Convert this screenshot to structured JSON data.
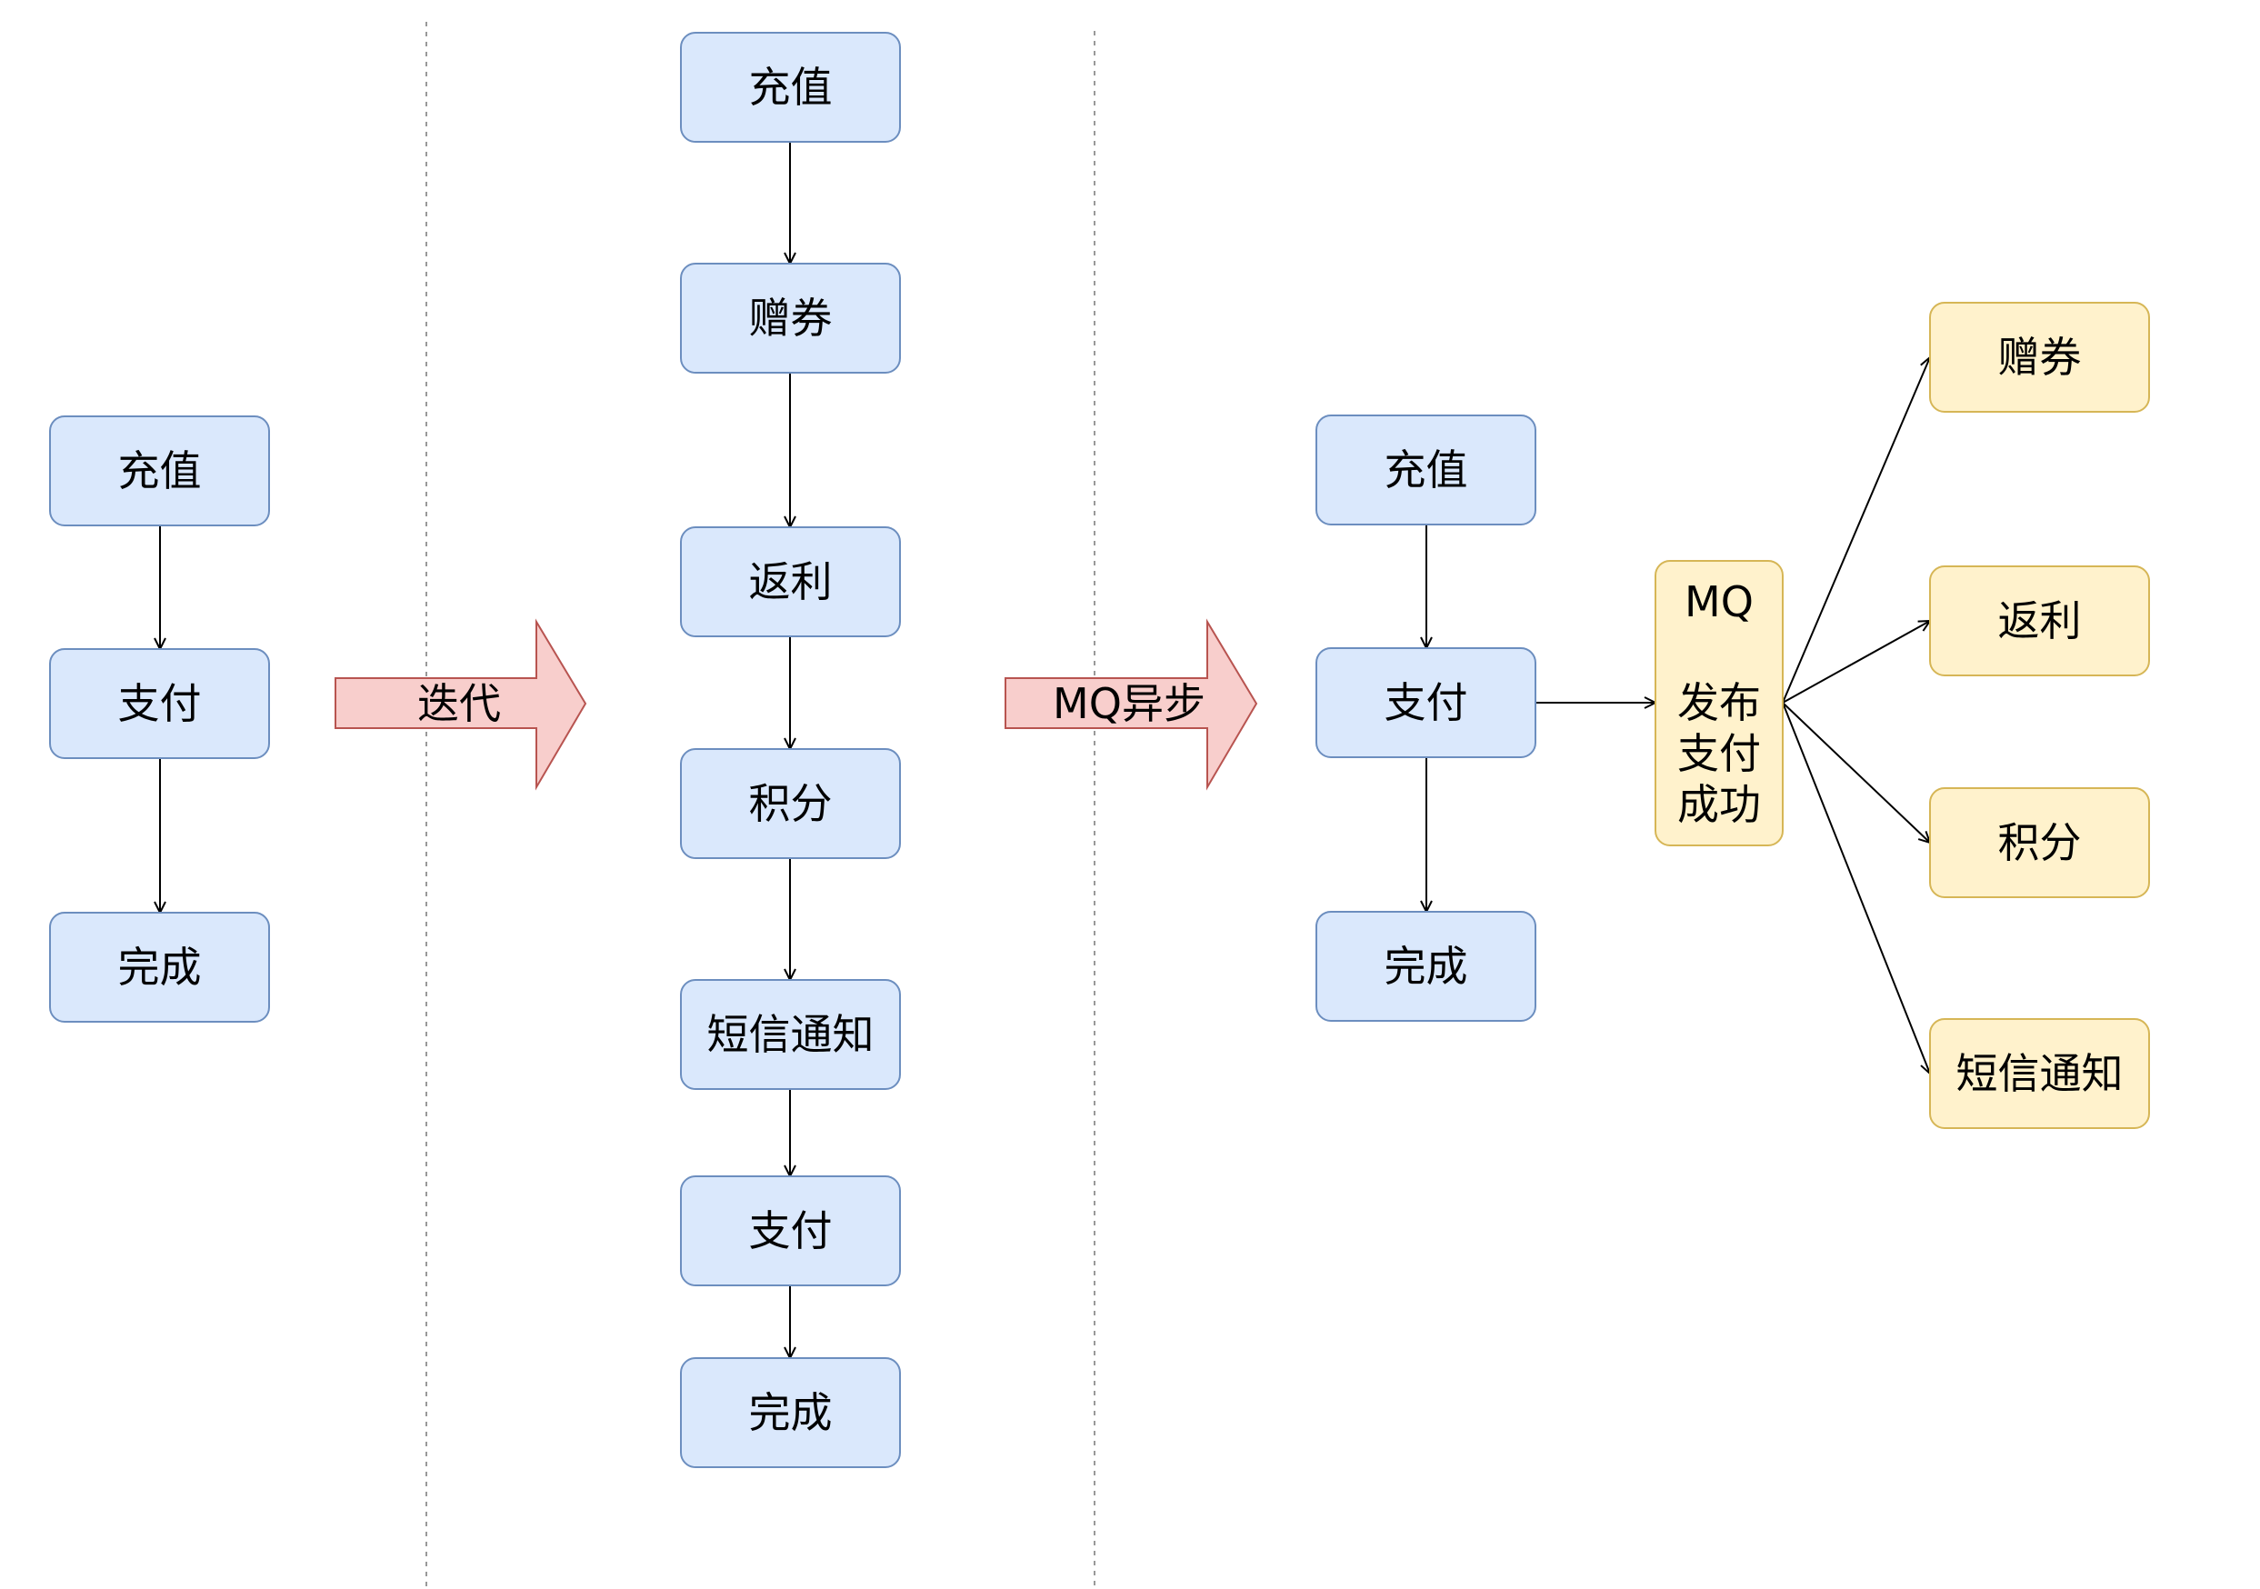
{
  "colors": {
    "blue_fill": "#dae8fc",
    "blue_stroke": "#6c8ebf",
    "yellow_fill": "#fff2cc",
    "yellow_stroke": "#d6b656",
    "red_fill": "#f8cecc",
    "red_stroke": "#b85450",
    "edge": "#000000",
    "divider": "#999999"
  },
  "stage1": {
    "recharge": "充值",
    "pay": "支付",
    "done": "完成"
  },
  "transition1": {
    "label": "迭代"
  },
  "stage2": {
    "recharge": "充值",
    "coupon": "赠券",
    "rebate": "返利",
    "points": "积分",
    "sms": "短信通知",
    "pay": "支付",
    "done": "完成"
  },
  "transition2": {
    "label": "MQ异步"
  },
  "stage3": {
    "recharge": "充值",
    "pay": "支付",
    "done": "完成",
    "mq": {
      "line1": "MQ",
      "line2": "发布",
      "line3": "支付",
      "line4": "成功"
    },
    "coupon": "赠券",
    "rebate": "返利",
    "points": "积分",
    "sms": "短信通知"
  }
}
